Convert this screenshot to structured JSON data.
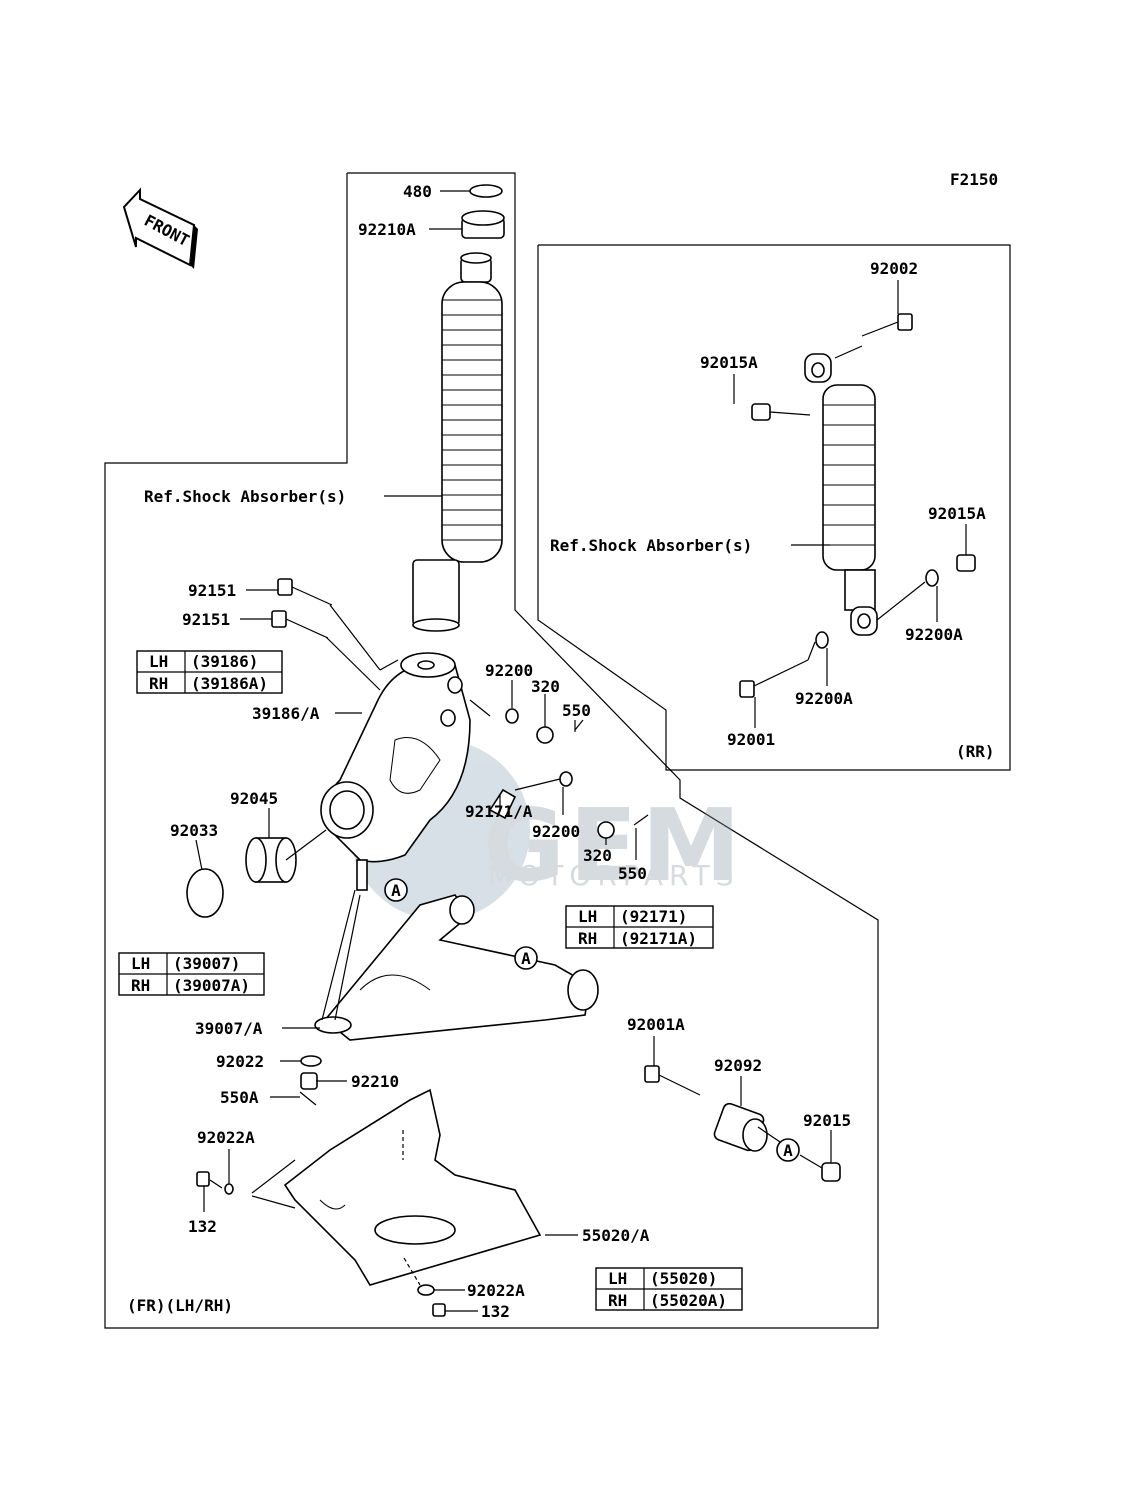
{
  "figure_code": "F2150",
  "front_arrow_label": "FRONT",
  "watermark": {
    "brand": "GEM",
    "sub": "MOTORPARTS"
  },
  "rear_box_tag": "(RR)",
  "front_box_tag": "(FR)(LH/RH)",
  "labels": {
    "p480": "480",
    "p92210A": "92210A",
    "ref_front": "Ref.Shock Absorber(s)",
    "p92151_a": "92151",
    "p92151_b": "92151",
    "p39186": "39186/A",
    "p92200_a": "92200",
    "p320_a": "320",
    "p550_a": "550",
    "p92171": "92171/A",
    "p92200_b": "92200",
    "p320_b": "320",
    "p550_b": "550",
    "p92045": "92045",
    "p92033": "92033",
    "p39007": "39007/A",
    "p92022": "92022",
    "p92210": "92210",
    "p550A": "550A",
    "p92022A_a": "92022A",
    "p132_a": "132",
    "p55020": "55020/A",
    "p92022A_b": "92022A",
    "p132_b": "132",
    "p92001A": "92001A",
    "p92092": "92092",
    "p92015": "92015",
    "p92002": "92002",
    "p92015A_a": "92015A",
    "ref_rear": "Ref.Shock Absorber(s)",
    "p92015A_b": "92015A",
    "p92200A_a": "92200A",
    "p92200A_b": "92200A",
    "p92001": "92001",
    "circle_a": "A"
  },
  "tables": {
    "knuckle": {
      "rows": [
        {
          "side": "LH",
          "part": "(39186)"
        },
        {
          "side": "RH",
          "part": "(39186A)"
        }
      ]
    },
    "arm": {
      "rows": [
        {
          "side": "LH",
          "part": "(39007)"
        },
        {
          "side": "RH",
          "part": "(39007A)"
        }
      ]
    },
    "bracket": {
      "rows": [
        {
          "side": "LH",
          "part": "(92171)"
        },
        {
          "side": "RH",
          "part": "(92171A)"
        }
      ]
    },
    "guard": {
      "rows": [
        {
          "side": "LH",
          "part": "(55020)"
        },
        {
          "side": "RH",
          "part": "(55020A)"
        }
      ]
    }
  }
}
